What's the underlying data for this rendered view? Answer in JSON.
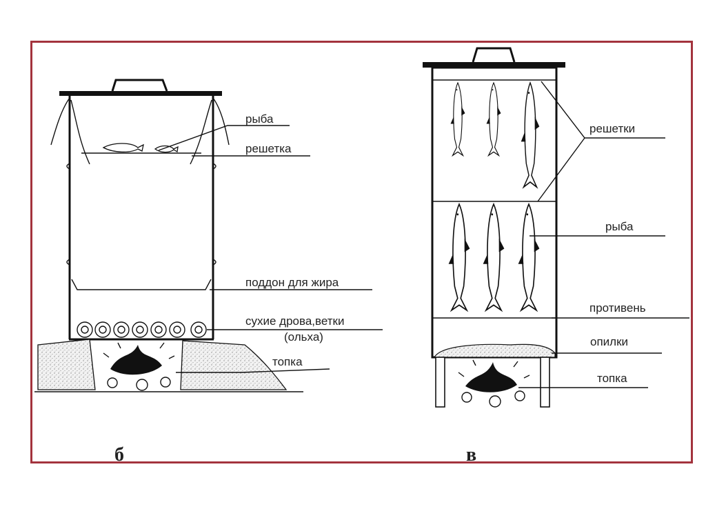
{
  "diagrams": [
    {
      "id": "b",
      "caption": "б",
      "labels": {
        "fish": "рыба",
        "grate": "решетка",
        "fat_tray": "поддон для жира",
        "firewood_line1": "сухие дрова,ветки",
        "firewood_line2": "(ольха)",
        "firebox": "топка"
      }
    },
    {
      "id": "v",
      "caption": "в",
      "labels": {
        "grates": "решетки",
        "fish": "рыба",
        "pan": "противень",
        "sawdust": "опилки",
        "firebox": "топка"
      }
    }
  ],
  "colors": {
    "frame": "#a3333d",
    "ink": "#111111"
  }
}
